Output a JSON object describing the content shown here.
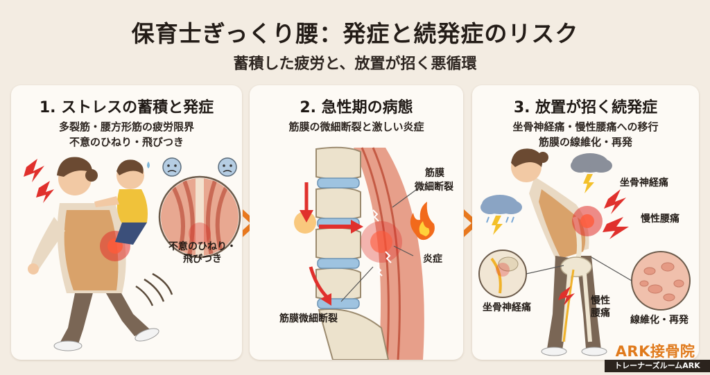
{
  "title": "保育士ぎっくり腰：発症と続発症のリスク",
  "subtitle": "蓄積した疲労と、放置が招く悪循環",
  "panels": [
    {
      "heading": "1. ストレスの蓄積と発症",
      "lines": [
        "多裂筋・腰方形筋の疲労限界",
        "不意のひねり・飛びつき"
      ],
      "labels": [
        "不意のひねり・",
        "飛びつき"
      ]
    },
    {
      "heading": "2. 急性期の病態",
      "lines": [
        "筋膜の微細断裂と激しい炎症"
      ],
      "labels": [
        "筋膜",
        "微細断裂",
        "炎症",
        "筋膜微細断裂"
      ]
    },
    {
      "heading": "3. 放置が招く続発症",
      "lines": [
        "坐骨神経痛・慢性腰痛への移行",
        "筋膜の線維化・再発"
      ],
      "labels": [
        "坐骨神経痛",
        "慢性腰痛",
        "坐骨神経痛",
        "慢性",
        "腰痛",
        "線維化・再発"
      ]
    }
  ],
  "brand": {
    "name": "ARK接骨院",
    "tagline": "トレーナーズルームARK"
  },
  "colors": {
    "background": "#f3ece2",
    "panel": "#fdfaf5",
    "arrow": "#e8781e",
    "pain_red": "#e0302c",
    "apron": "#d9a26a",
    "brand_orange": "#e07a1c"
  },
  "icons": [
    "lightning-icon",
    "storm-cloud-icon",
    "fire-icon",
    "worried-face-icon",
    "chevron-right-icon"
  ]
}
